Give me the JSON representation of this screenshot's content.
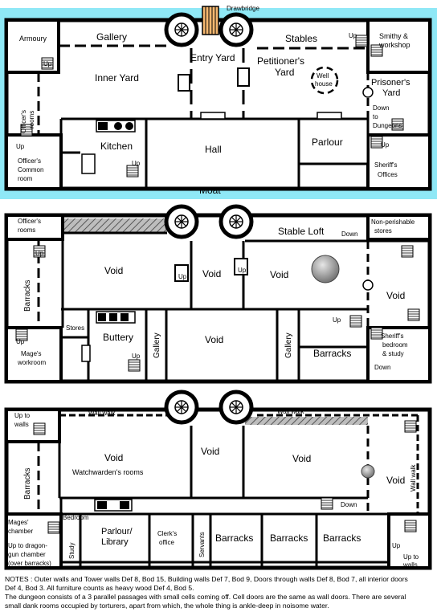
{
  "colors": {
    "moat": "#8fe8f6",
    "wall": "#000000",
    "drawbridge": "#f5b870",
    "dome": "#9a9a9a",
    "grate": "#888888"
  },
  "levels": {
    "ground": {
      "drawbridge": "Drawbridge",
      "armoury": "Armoury",
      "gallery": "Gallery",
      "stables": "Stables",
      "smithy": [
        "Smithy &",
        "workshop"
      ],
      "entry_yard": "Entry Yard",
      "petitioners_yard": [
        "Petitioner's",
        "Yard"
      ],
      "well_house": [
        "Well",
        "house"
      ],
      "prisoners_yard": [
        "Prisoner's",
        "Yard"
      ],
      "inner_yard": "Inner Yard",
      "officers_rooms": [
        "Officer's",
        "rooms"
      ],
      "down_to_dungeons": [
        "Down",
        "to",
        "Dungeons"
      ],
      "kitchen": "Kitchen",
      "hall": "Hall",
      "parlour": "Parlour",
      "officers_common_room": [
        "Officer's",
        "Common",
        "room"
      ],
      "sheriffs_offices": [
        "Sheriff's",
        "Offices"
      ],
      "moat": "Moat",
      "up": "Up"
    },
    "first": {
      "officers_rooms": [
        "Officer's",
        "rooms"
      ],
      "stable_loft": "Stable Loft",
      "down": "Down",
      "non_perishable_stores": [
        "Non-perishable",
        "stores"
      ],
      "void": "Void",
      "barracks": "Barracks",
      "stores": "Stores",
      "buttery": "Buttery",
      "gallery": "Gallery",
      "sheriffs_bedroom": [
        "Sheriff's",
        "bedroom",
        "& study"
      ],
      "mages_workroom": [
        "Mage's",
        "workroom"
      ],
      "up": "Up"
    },
    "second": {
      "up_to_walls": [
        "Up to",
        "walls"
      ],
      "wall_walk": "Wall walk",
      "void": "Void",
      "watchwardens_rooms": "Watchwarden's rooms",
      "barracks": "Barracks",
      "bedroom": "Bedroom",
      "mages_chamber": [
        "Mages'",
        "chamber"
      ],
      "study": "Study",
      "parlour_library": [
        "Parlour/",
        "Library"
      ],
      "clerks_office": [
        "Clerk's",
        "office"
      ],
      "servants": "Servants",
      "up_to_dragon_gun": [
        "Up to dragon-",
        "gun chamber",
        "(over barracks)"
      ],
      "up": "Up",
      "down": "Down"
    }
  },
  "notes": [
    "NOTES : Outer walls and Tower walls  Def 8, Bod 15,  Building walls Def 7, Bod 9, Doors through walls Def 8, Bod 7,  all interior doors",
    "Def 4, Bod 3.  All furniture counts as heavy wood Def 4, Bod 5.",
    "The dungeon consists of a 3 parallel passages with small cells coming off.  Cell doors are the same as wall doors.  There are several",
    "small dank rooms occupied by torturers, apart from which, the whole thing is ankle-deep in noisome water."
  ]
}
